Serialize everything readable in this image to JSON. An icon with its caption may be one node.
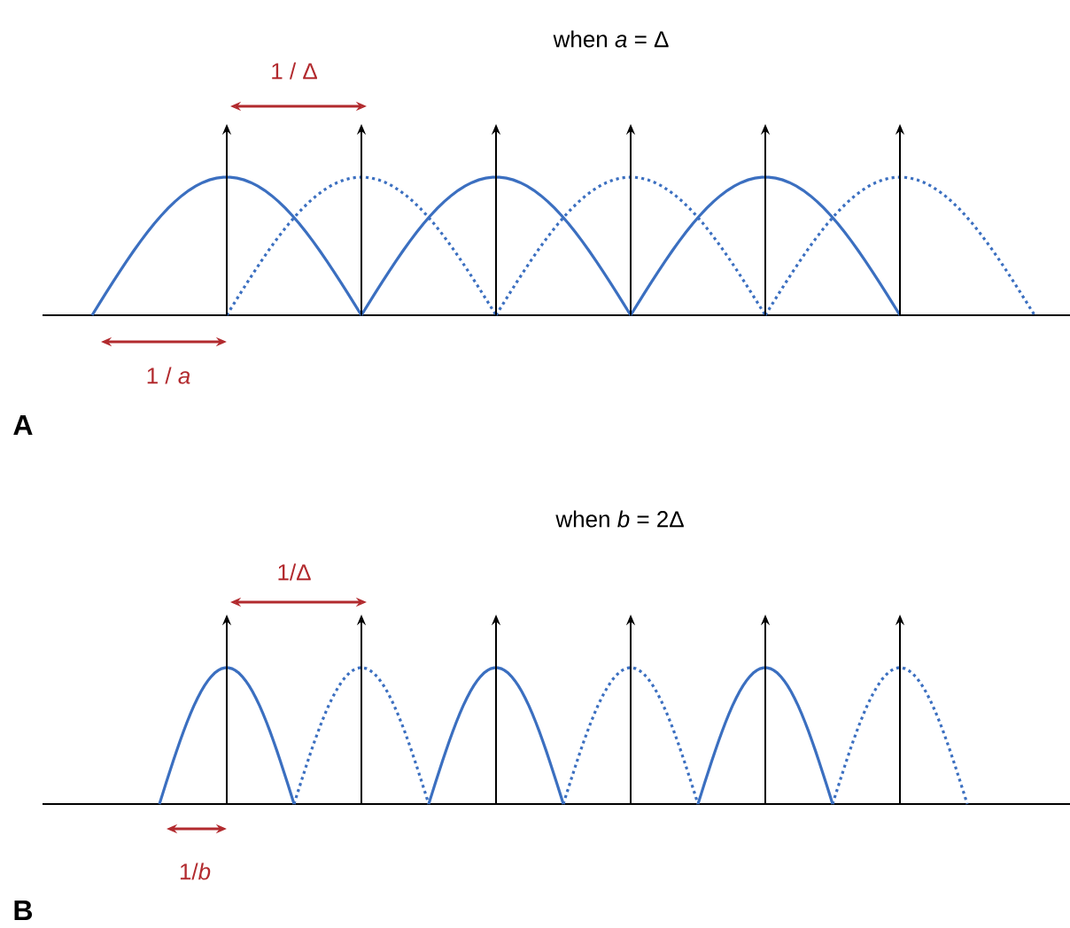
{
  "diagram": {
    "labels": [
      "when *a* = Δ",
      "1 / Δ",
      "1 / *a*",
      "A",
      "when *b* = 2Δ",
      "1/Δ",
      "1/*b*",
      "B"
    ]
  }
}
